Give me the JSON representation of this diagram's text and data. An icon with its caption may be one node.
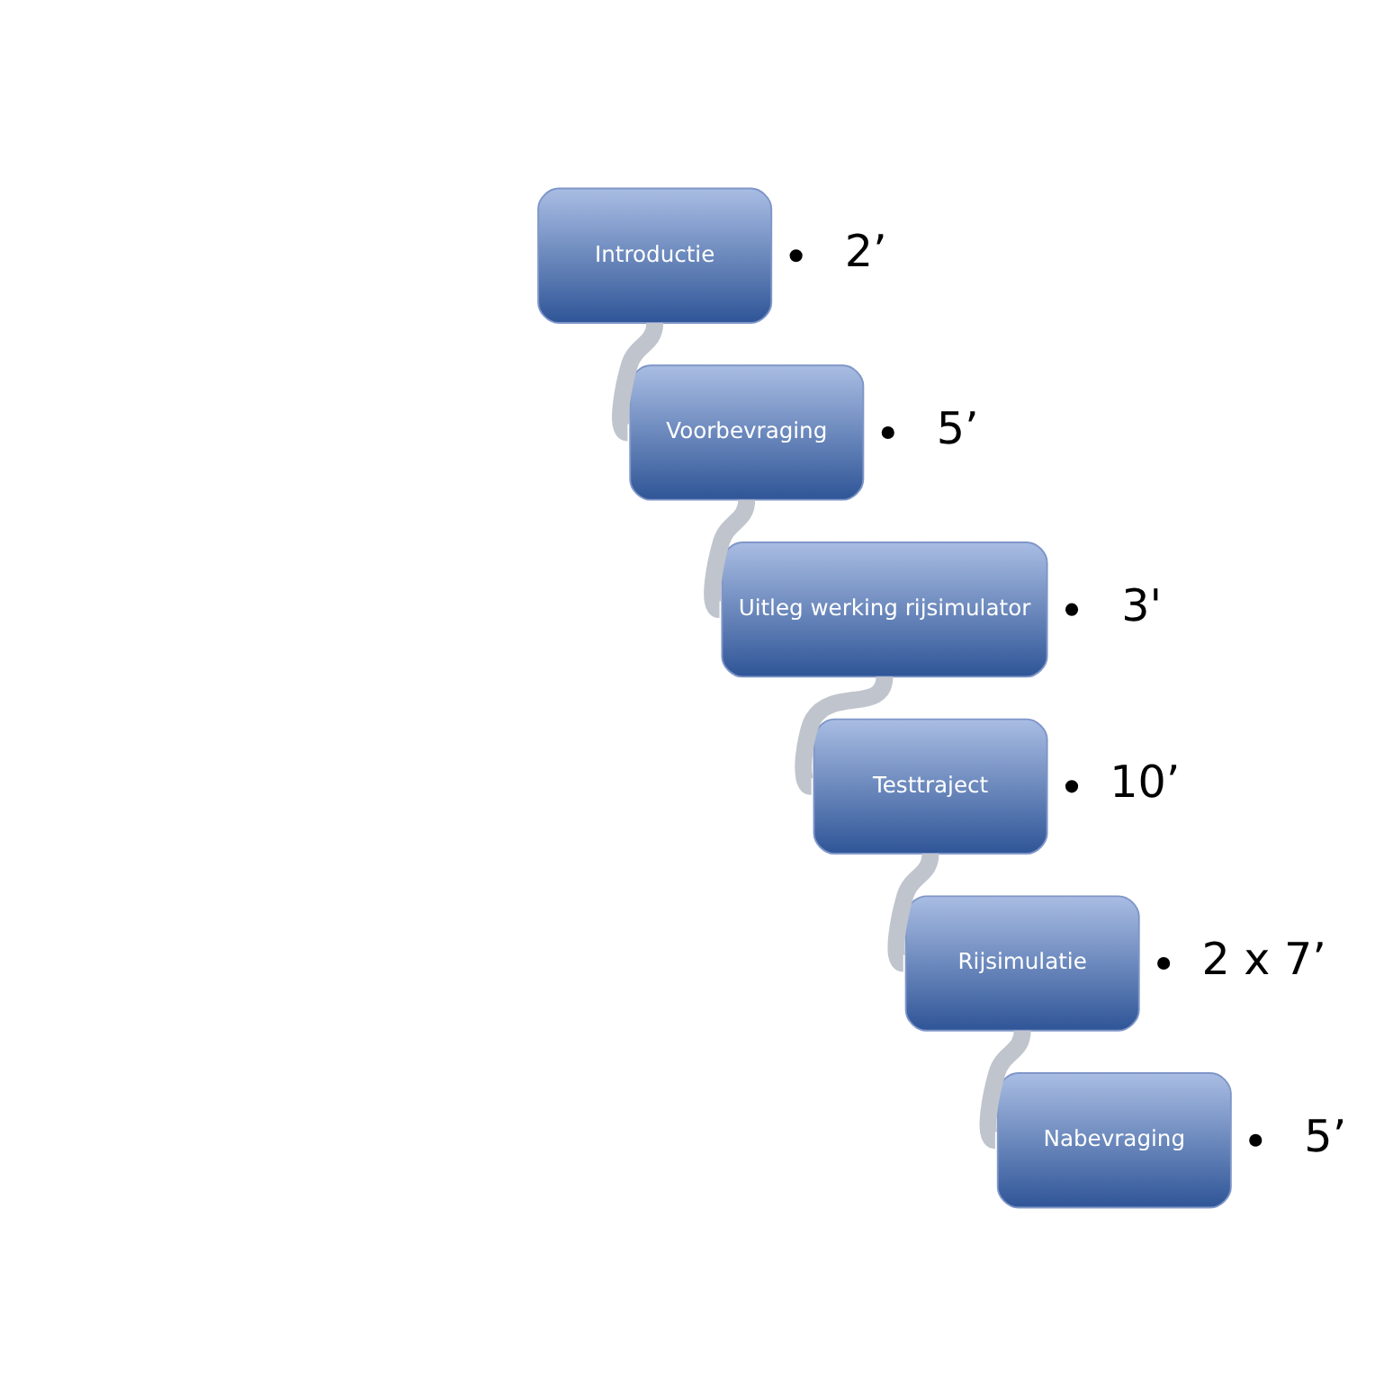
{
  "diagram": {
    "nodes": [
      {
        "text": [
          "Introductie"
        ],
        "beside": [
          "2’"
        ]
      },
      {
        "text": [
          "Voorbevraging"
        ],
        "beside": [
          "5’"
        ]
      },
      {
        "text": [
          "Uitleg werking rijsimulator"
        ],
        "beside": [
          "3'"
        ]
      },
      {
        "text": [
          "Testtraject"
        ],
        "beside": [
          "10’"
        ]
      },
      {
        "text": [
          "Rijsimulatie"
        ],
        "beside": [
          "2 x 7’"
        ]
      },
      {
        "text": [
          "Nabevraging"
        ],
        "beside": [
          "5’"
        ]
      }
    ],
    "edges": [
      {
        "from": 0,
        "to": 1,
        "arrow": "none"
      },
      {
        "from": 1,
        "to": 2,
        "arrow": "none"
      },
      {
        "from": 2,
        "to": 3,
        "arrow": "none"
      },
      {
        "from": 3,
        "to": 4,
        "arrow": "none"
      },
      {
        "from": 4,
        "to": 5,
        "arrow": "none"
      }
    ]
  }
}
